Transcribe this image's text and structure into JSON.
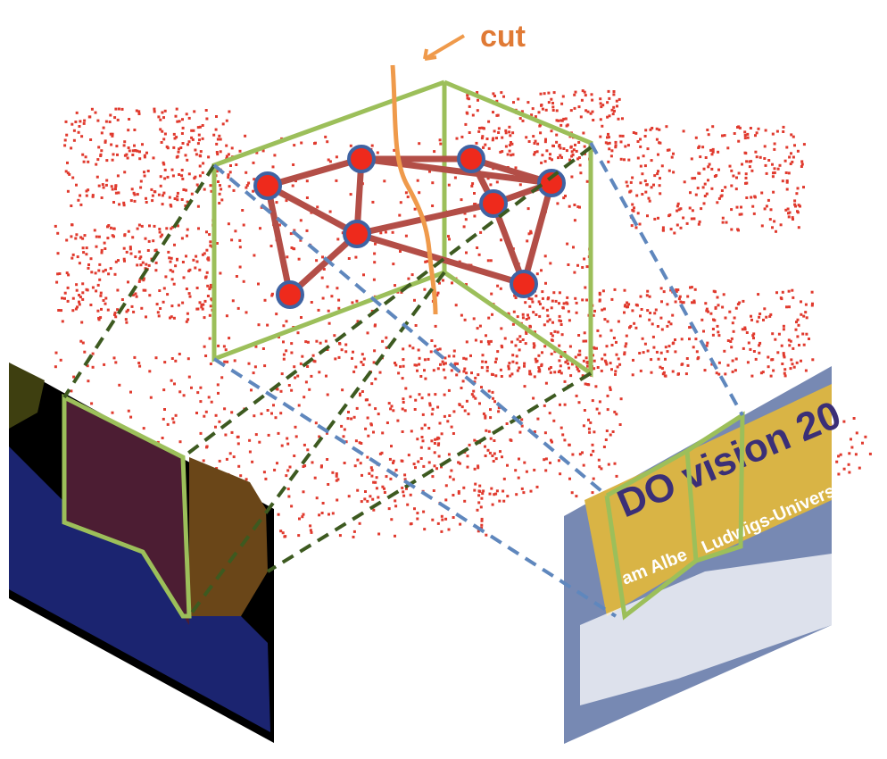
{
  "annotation": {
    "cut_label": "cut"
  },
  "colors": {
    "point_cloud": "#e03a2e",
    "graph_node_fill": "#ee2a1c",
    "graph_node_stroke": "#3f63a3",
    "graph_edge": "#b34e47",
    "plane_outline": "#9cbf5a",
    "cut_line": "#ef9a4b",
    "cut_label": "#e07a35",
    "left_projection": "#3d5a20",
    "right_projection": "#5f87bd",
    "seg_background": "#000000",
    "seg_region_blue": "#1b2470",
    "seg_region_maroon": "#4c1d33",
    "seg_region_brown": "#6a4618",
    "seg_region_olive": "#3e3f10",
    "photo_banner": "#d9b445",
    "photo_banner_dark": "#3b2f77",
    "photo_desk": "#7789b3"
  },
  "left_image": {
    "kind": "segmentation map"
  },
  "right_image": {
    "kind": "photograph",
    "banner_texts": [
      "DO vision 20",
      "Ludwigs-Universitä",
      "am Albe"
    ]
  }
}
